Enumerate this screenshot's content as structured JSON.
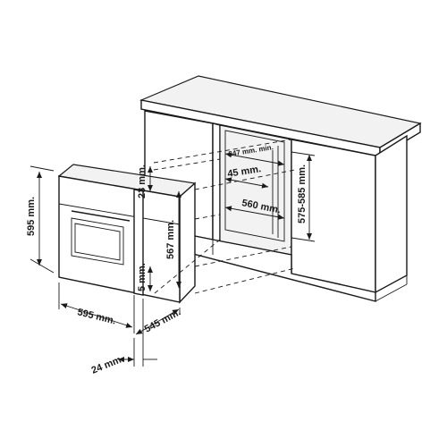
{
  "dimensions": {
    "oven_height": "595 mm.",
    "oven_width": "595 mm.",
    "oven_depth": "545 mm.",
    "door_thickness": "24 mm.",
    "top_gap": "23 mm.",
    "inner_height": "567 mm.",
    "bottom_gap": "5 mm.",
    "niche_depth_min": "547 mm. min.",
    "rear_gap": "45 mm.",
    "niche_width": "560 mm.",
    "niche_height": "575-585 mm."
  }
}
